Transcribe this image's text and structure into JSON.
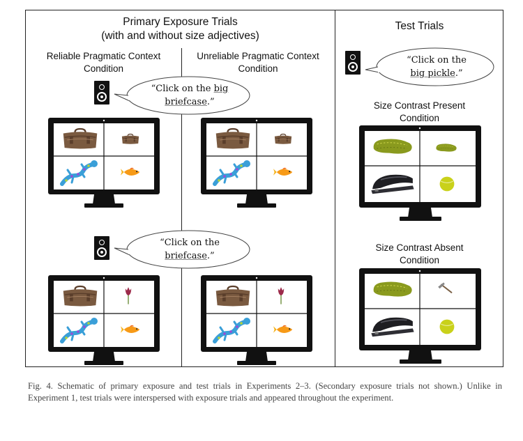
{
  "figure": {
    "left_panel": {
      "title_line1": "Primary Exposure Trials",
      "title_line2": "(with and without size adjectives)",
      "reliable_label_line1": "Reliable Pragmatic Context",
      "reliable_label_line2": "Condition",
      "unreliable_label_line1": "Unreliable Pragmatic Context",
      "unreliable_label_line2": "Condition",
      "utterance_top": {
        "pre": "“Click on the ",
        "ul1": "big",
        "ul2": "briefcase",
        "post": ".”"
      },
      "utterance_bottom": {
        "pre": "“Click on the",
        "ul": "briefcase",
        "post": ".”"
      }
    },
    "right_panel": {
      "title": "Test Trials",
      "utterance": {
        "pre": "“Click on the",
        "ul": "big pickle",
        "post": ".”"
      },
      "present_label_line1": "Size Contrast Present",
      "present_label_line2": "Condition",
      "absent_label_line1": "Size Contrast Absent",
      "absent_label_line2": "Condition"
    },
    "icons": {
      "speaker": "speaker-icon",
      "briefcase": "briefcase-image",
      "lizard": "lizard-image",
      "fish": "goldfish-image",
      "tulip": "tulip-image",
      "pickle": "pickle-image",
      "stapler": "stapler-image",
      "tennis_ball": "tennis-ball-image",
      "hammer": "hammer-image"
    },
    "colors": {
      "monitor": "#111111",
      "screen": "#ffffff",
      "border": "#222222"
    }
  },
  "caption": "Fig. 4. Schematic of primary exposure and test trials in Experiments 2–3. (Secondary exposure trials not shown.) Unlike in Experiment 1, test trials were interspersed with exposure trials and appeared throughout the experiment."
}
